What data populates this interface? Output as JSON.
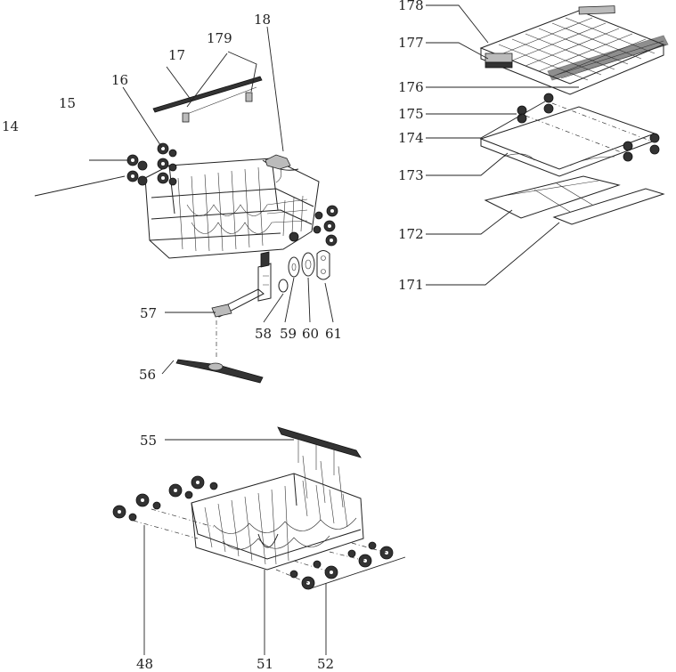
{
  "diagram": {
    "labels": {
      "p14": "14",
      "p15": "15",
      "p16": "16",
      "p17": "17",
      "p179": "179",
      "p18": "18",
      "p178": "178",
      "p177": "177",
      "p176": "176",
      "p175": "175",
      "p174": "174",
      "p173": "173",
      "p172": "172",
      "p171": "171",
      "p57": "57",
      "p58": "58",
      "p59": "59",
      "p60": "60",
      "p61": "61",
      "p56": "56",
      "p55": "55",
      "p48": "48",
      "p51": "51",
      "p52": "52"
    }
  }
}
